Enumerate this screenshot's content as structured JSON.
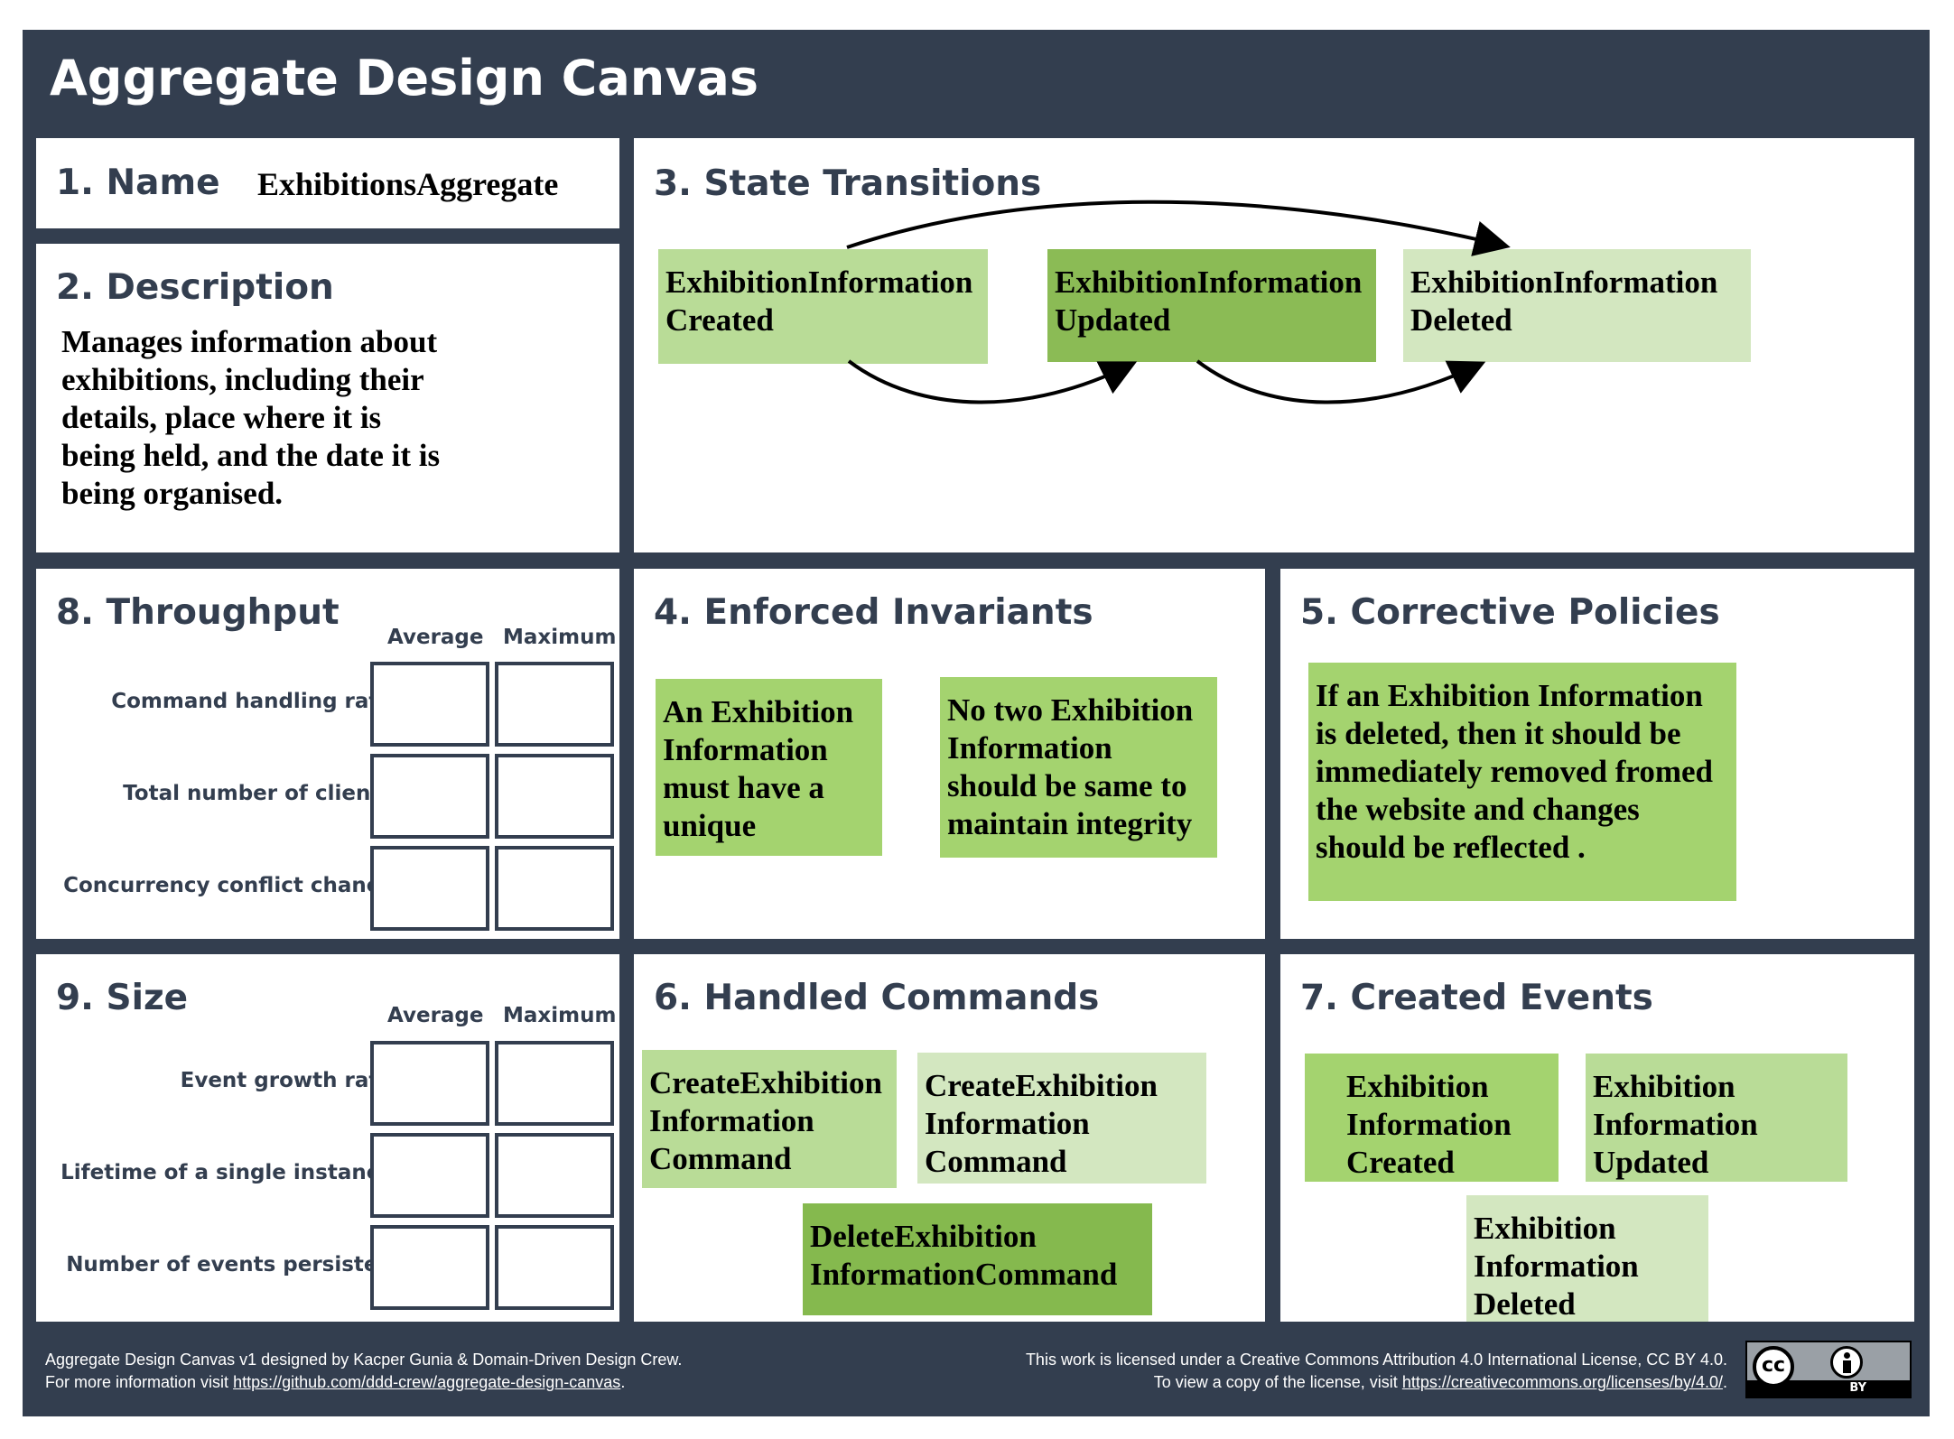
{
  "canvas_title": "Aggregate Design Canvas",
  "name": {
    "heading": "1. Name",
    "value": "ExhibitionsAggregate"
  },
  "description": {
    "heading": "2. Description",
    "text": "Manages information about\nexhibitions, including their\ndetails, place where it is\nbeing held, and the date it is\nbeing organised."
  },
  "state_transitions": {
    "heading": "3. State Transitions",
    "states": [
      {
        "label": "ExhibitionInformation\nCreated",
        "color": "#b9dc97"
      },
      {
        "label": "ExhibitionInformation\nUpdated",
        "color": "#8bbb55"
      },
      {
        "label": "ExhibitionInformation\nDeleted",
        "color": "#d3e7c0"
      }
    ]
  },
  "enforced_invariants": {
    "heading": "4. Enforced Invariants",
    "items": [
      {
        "text": "An Exhibition\nInformation\nmust have a\nunique",
        "color": "#a4d36f"
      },
      {
        "text": "No two Exhibition\nInformation\nshould be same to\nmaintain integrity",
        "color": "#a4d36f"
      }
    ]
  },
  "corrective_policies": {
    "heading": "5. Corrective Policies",
    "items": [
      {
        "text": "If an Exhibition Information\nis deleted, then it should be\nimmediately removed fromed\nthe website and changes\nshould be reflected .",
        "color": "#a4d36f"
      }
    ]
  },
  "handled_commands": {
    "heading": "6. Handled Commands",
    "items": [
      {
        "text": "CreateExhibition\nInformation\nCommand",
        "color": "#b9dc97"
      },
      {
        "text": "CreateExhibition\nInformation\nCommand",
        "color": "#d3e7c0"
      },
      {
        "text": "DeleteExhibition\nInformationCommand",
        "color": "#85b94e"
      }
    ]
  },
  "created_events": {
    "heading": "7. Created Events",
    "items": [
      {
        "text": "Exhibition\nInformation\nCreated",
        "color": "#a4d36f"
      },
      {
        "text": "Exhibition\nInformation\nUpdated",
        "color": "#b9dc97"
      },
      {
        "text": "Exhibition\nInformation\nDeleted",
        "color": "#d3e7c0"
      }
    ]
  },
  "throughput": {
    "heading": "8. Throughput",
    "col_average": "Average",
    "col_maximum": "Maximum",
    "rows": [
      "Command handling rate",
      "Total number of clients",
      "Concurrency conflict chance"
    ]
  },
  "size": {
    "heading": "9. Size",
    "col_average": "Average",
    "col_maximum": "Maximum",
    "rows": [
      "Event growth rate",
      "Lifetime of a single instance",
      "Number of events persisted"
    ]
  },
  "footer": {
    "left_line1": "Aggregate Design Canvas v1 designed by Kacper Gunia & Domain-Driven Design Crew.",
    "left_line2_prefix": "For more information visit ",
    "left_link": "https://github.com/ddd-crew/aggregate-design-canvas",
    "left_line2_suffix": ".",
    "right_line1": "This work is licensed under a Creative Commons Attribution 4.0 International License, CC BY 4.0.",
    "right_line2_prefix": "To view a copy of the license, visit ",
    "right_link": "https://creativecommons.org/licenses/by/4.0/",
    "right_line2_suffix": ".",
    "badge_cc": "cc",
    "badge_by": "BY"
  }
}
